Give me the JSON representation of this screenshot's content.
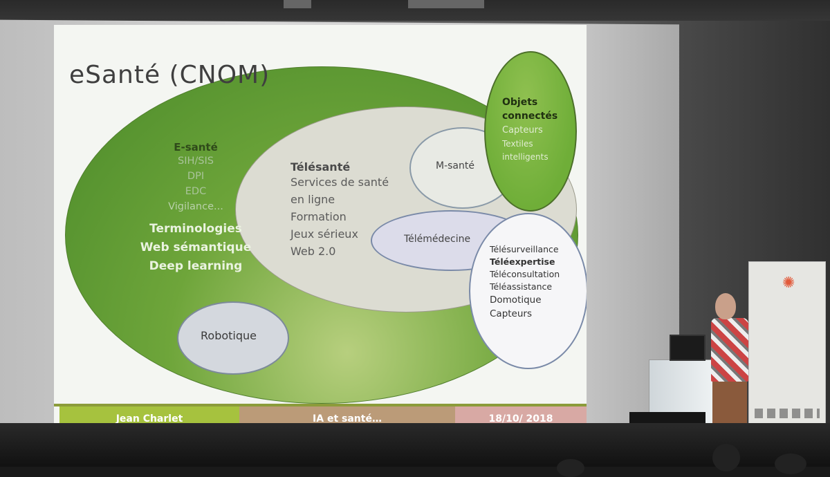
{
  "slide": {
    "title": "eSanté (CNOM)",
    "esante": {
      "heading": "E-santé",
      "items": [
        "SIH/SIS",
        "DPI",
        "EDC",
        "Vigilance..."
      ],
      "highlights": [
        "Terminologies",
        "Web sémantique",
        "Deep learning"
      ]
    },
    "telesante": {
      "heading": "Télésanté",
      "items": [
        "Services de santé",
        "en ligne",
        "Formation",
        "Jeux sérieux",
        "Web 2.0"
      ]
    },
    "msante": "M-santé",
    "objets": {
      "heading": [
        "Objets",
        "connectés"
      ],
      "items": [
        "Capteurs",
        "Textiles",
        "intelligents"
      ]
    },
    "telemedecine": "Télémédecine",
    "telesurveillance": {
      "items": [
        "Télésurveillance",
        "Téléexpertise",
        "Téléconsultation",
        "Téléassistance",
        "Domotique",
        "Capteurs"
      ]
    },
    "robotique": "Robotique",
    "footer": {
      "author": "Jean Charlet",
      "topic": "IA et santé…",
      "date": "18/10/ 2018"
    }
  },
  "colors": {
    "outer_green": "#6ea53a",
    "footer_green": "#a6c23e",
    "footer_brown": "#bb9b78",
    "footer_pink": "#d8a9a4"
  }
}
